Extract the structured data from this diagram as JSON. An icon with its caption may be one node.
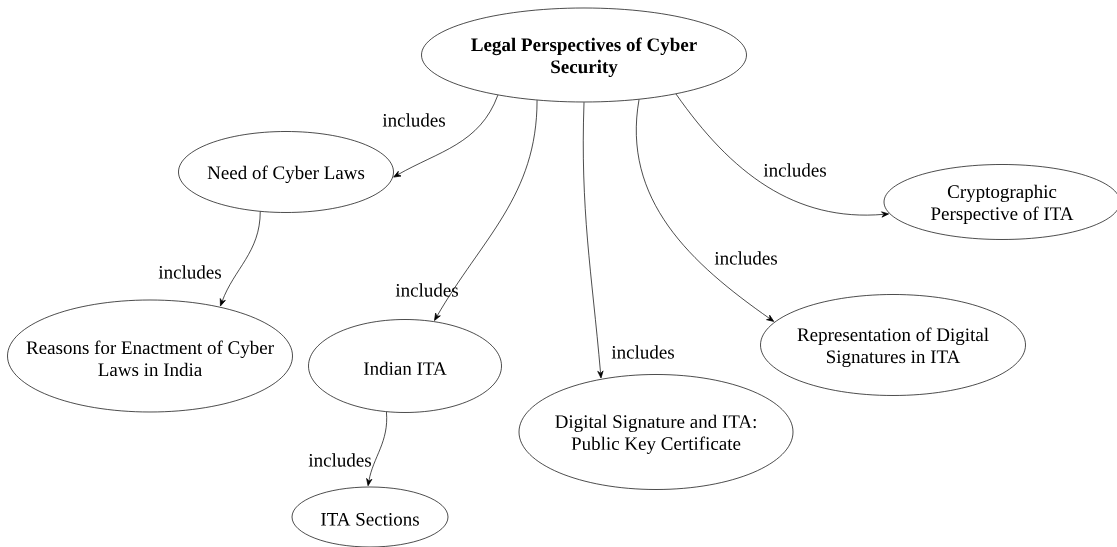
{
  "diagram": {
    "nodes": [
      {
        "text": [
          "Legal Perspectives of Cyber Security"
        ]
      },
      {
        "text": [
          "Need of Cyber Laws"
        ]
      },
      {
        "text": [
          "Cryptographic Perspective of  ITA"
        ]
      },
      {
        "text": [
          "Reasons for Enactment of Cyber Laws in India"
        ]
      },
      {
        "text": [
          "Indian ITA"
        ]
      },
      {
        "text": [
          "Representation of Digital Signatures in ITA"
        ]
      },
      {
        "text": [
          "Digital Signature and ITA: Public Key Certificate"
        ]
      },
      {
        "text": [
          "ITA Sections"
        ]
      }
    ],
    "edges": [
      {
        "from": 0,
        "to": 1,
        "arrow": "to",
        "label": "includes"
      },
      {
        "from": 0,
        "to": 4,
        "arrow": "to",
        "label": "includes"
      },
      {
        "from": 0,
        "to": 6,
        "arrow": "to",
        "label": "includes"
      },
      {
        "from": 0,
        "to": 5,
        "arrow": "to",
        "label": "includes"
      },
      {
        "from": 0,
        "to": 2,
        "arrow": "to",
        "label": "includes"
      },
      {
        "from": 1,
        "to": 3,
        "arrow": "to",
        "label": "includes"
      },
      {
        "from": 4,
        "to": 7,
        "arrow": "to",
        "label": "includes"
      }
    ]
  }
}
